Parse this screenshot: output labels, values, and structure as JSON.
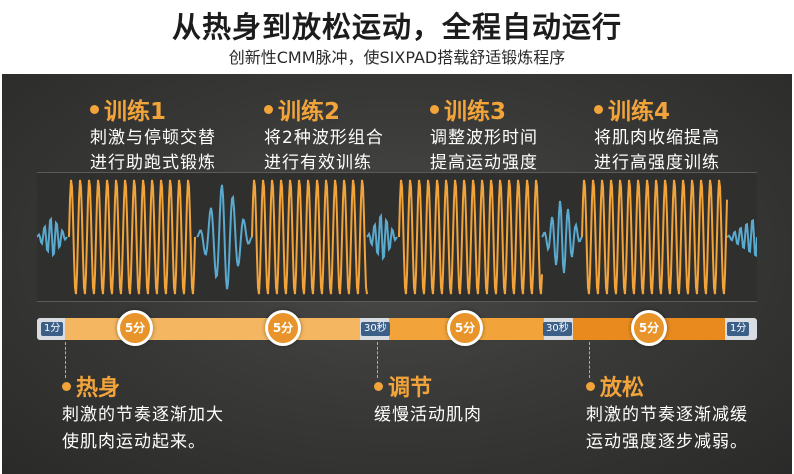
{
  "title": "从热身到放松运动，全程自动运行",
  "subtitle": "创新性CMM脉冲，使SIXPAD搭载舒适锻炼程序",
  "stages": [
    {
      "label": "训练1",
      "lines": [
        "刺激与停顿交替",
        "进行助跑式锻炼"
      ]
    },
    {
      "label": "训练2",
      "lines": [
        "将2种波形组合",
        "进行有效训练"
      ]
    },
    {
      "label": "训练3",
      "lines": [
        "调整波形时间",
        "提高运动强度"
      ]
    },
    {
      "label": "训练4",
      "lines": [
        "将肌肉收缩提高",
        "进行高强度训练"
      ]
    }
  ],
  "timeline": {
    "start": "1分",
    "seg1": "5分",
    "seg2": "5分",
    "mark1": "30秒",
    "seg3": "5分",
    "mark2": "30秒",
    "seg4": "5分",
    "end": "1分"
  },
  "phases": [
    {
      "label": "热身",
      "lines": [
        "刺激的节奏逐渐加大",
        "使肌肉运动起来。"
      ]
    },
    {
      "label": "调节",
      "lines": [
        "缓慢活动肌肉"
      ]
    },
    {
      "label": "放松",
      "lines": [
        "刺激的节奏逐渐减缓",
        "运动强度逐步减弱。"
      ]
    }
  ],
  "colors": {
    "orange": "#f2a43a",
    "blue": "#5aa9cf",
    "dark": "#333332"
  }
}
